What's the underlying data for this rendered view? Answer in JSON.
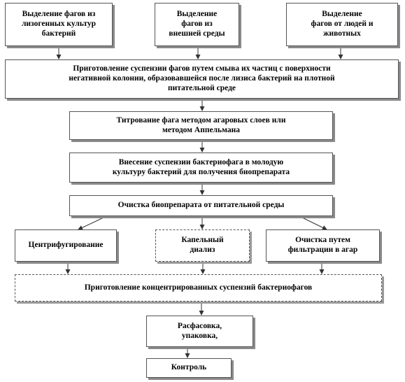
{
  "nodes": {
    "isolation_lysogenic": "Выделение фагов из\nлизогенных культур\nбактерий",
    "isolation_environment": "Выделение\nфагов из\nвнешней среды",
    "isolation_humans_animals": "Выделение\nфагов от людей и\nживотных",
    "suspension_preparation": "Приготовление суспензии фагов путем смыва их частиц с поверхности\nнегативной колонии, образовавшейся после лизиса бактерий на плотной\nпитательной среде",
    "titration": "Титрование фага методом агаровых слоев или\nметодом Аппельмана",
    "inoculation": "Внесение суспензии бактериофага в молодую\nкультуру бактерий для получения биопрепарата",
    "purification": "Очистка биопрепарата от питательной среды",
    "centrifugation": "Центрифугирование",
    "dialysis": "Капельный\nдиализ",
    "filtration": "Очистка путем\nфильтрации в агар",
    "concentrated_suspensions": "Приготовление концентрированных суспензий бактериофагов",
    "packaging": "Расфасовка,\nупаковка,",
    "control": "Контроль"
  }
}
